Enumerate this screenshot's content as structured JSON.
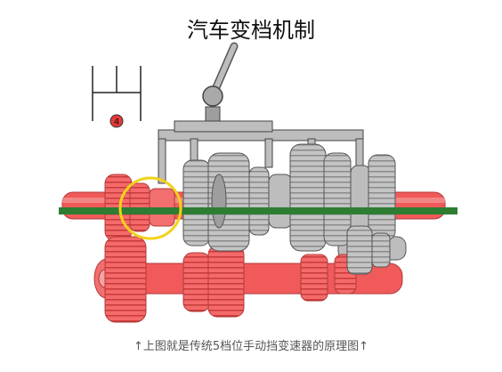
{
  "title": "汽车变档机制",
  "gear_indicator": "4",
  "caption": "↑上图就是传统5档位手动挡变速器的原理图↑",
  "colors": {
    "shaft_red": "#f05a5a",
    "gear_gray": "#b8b8b8",
    "gear_dark": "#6a6a6a",
    "green_line": "#2e7d32",
    "highlight_circle": "#f2d21a",
    "indicator_red": "#e53935"
  }
}
